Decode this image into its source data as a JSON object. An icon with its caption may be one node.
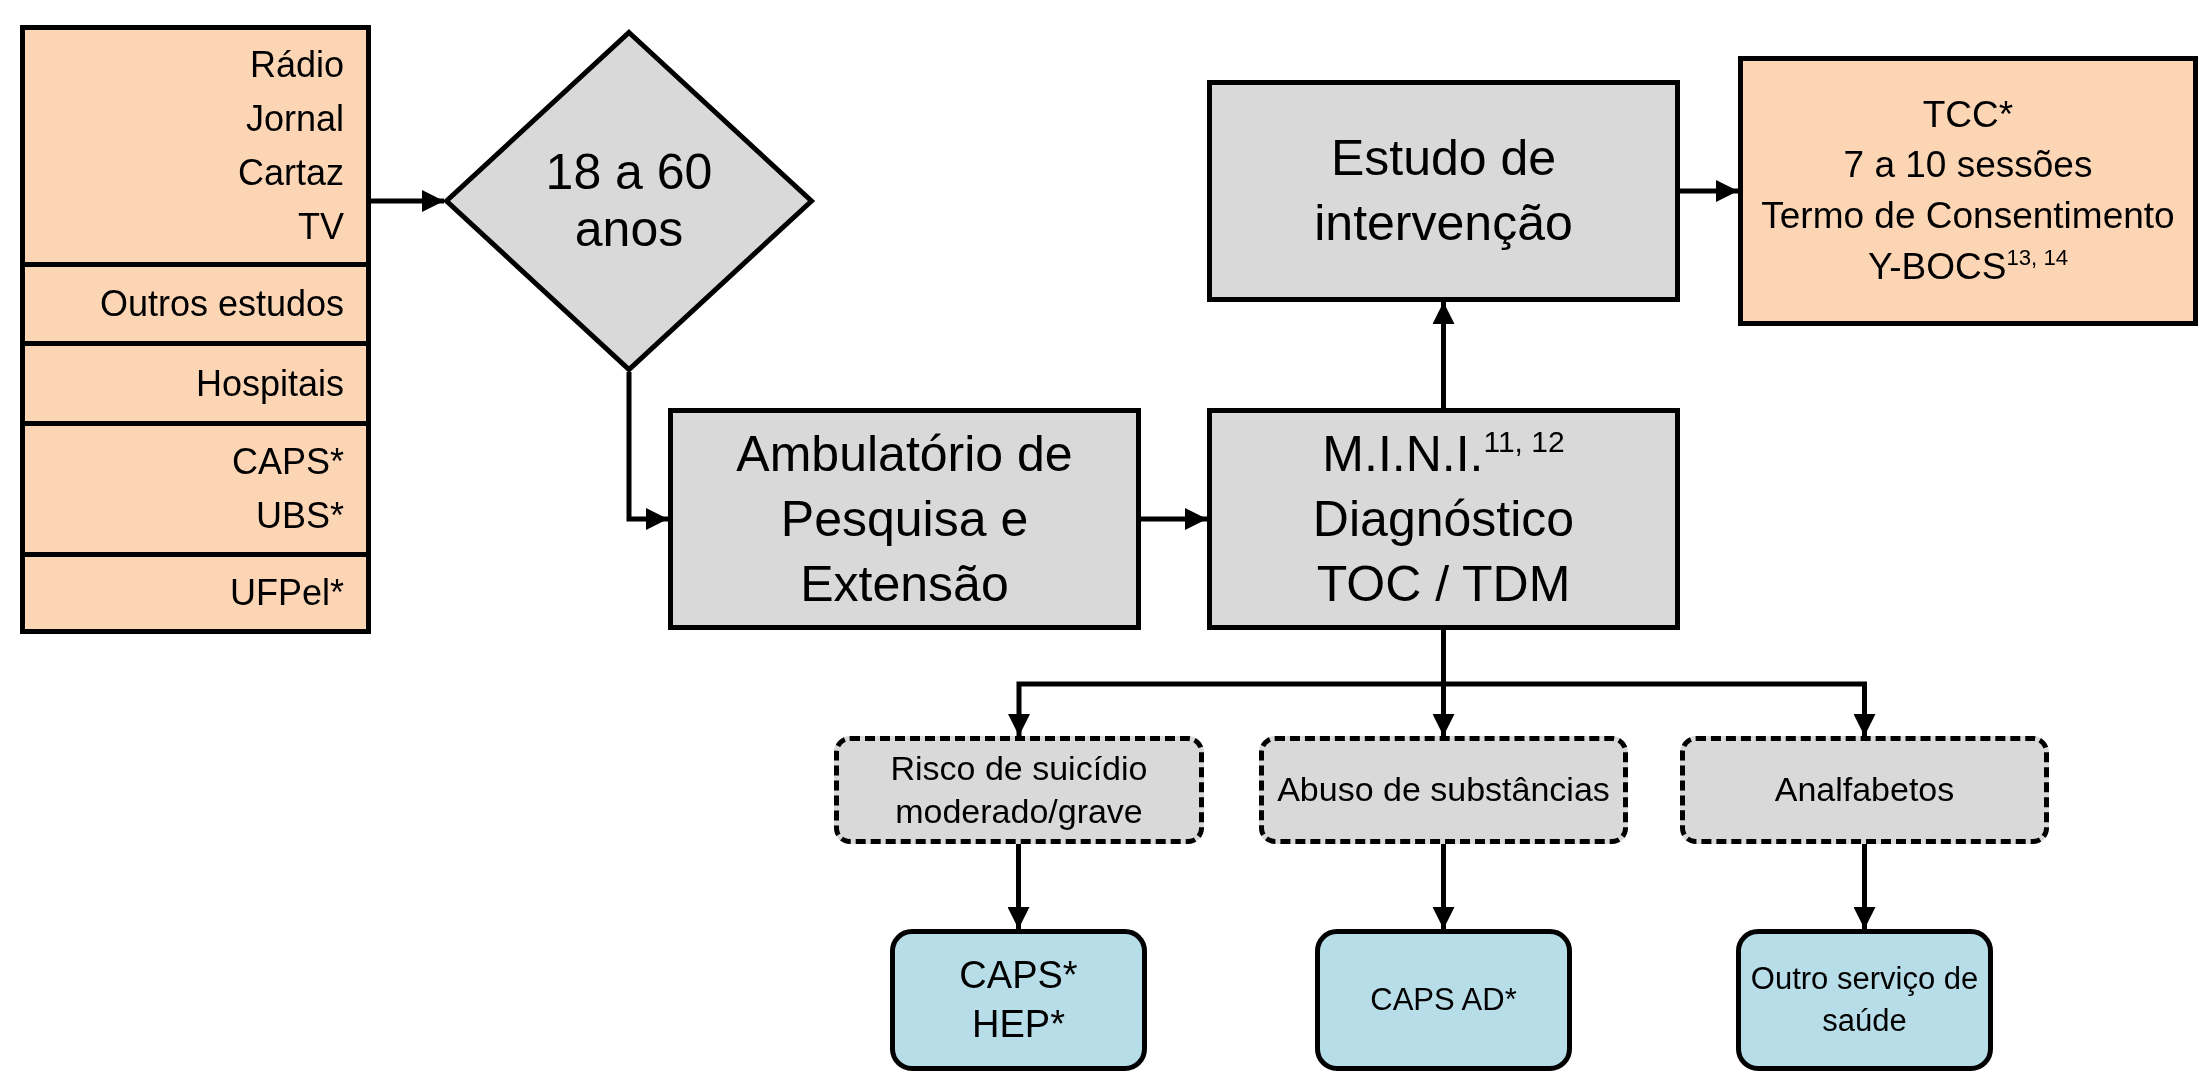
{
  "diagram": {
    "nodes": [
      {
        "text": [
          "Rádio",
          "Jornal",
          "Cartaz",
          "TV"
        ]
      },
      {
        "text": [
          "Outros estudos"
        ]
      },
      {
        "text": [
          "Hospitais"
        ]
      },
      {
        "text": [
          "CAPS*",
          "UBS*"
        ]
      },
      {
        "text": [
          "UFPel*"
        ]
      },
      {
        "text": [
          "18 a 60 anos"
        ]
      },
      {
        "text": [
          "Estudo de intervenção"
        ]
      },
      {
        "text": [
          "TCC*",
          "7 a 10 sessões",
          "Termo de Consentimento",
          "Y-BOCS$^{13, 14}$"
        ]
      },
      {
        "text": [
          "Ambulatório de Pesquisa e Extensão"
        ]
      },
      {
        "text": [
          "M.I.N.I.$^{11, 12}$",
          "Diagnóstico",
          "TOC / TDM"
        ]
      },
      {
        "text": [
          "Risco de suicídio moderado/grave"
        ]
      },
      {
        "text": [
          "Abuso de substâncias"
        ]
      },
      {
        "text": [
          "Analfabetos"
        ]
      },
      {
        "text": [
          "CAPS*",
          "HEP*"
        ]
      },
      {
        "text": [
          "CAPS AD*"
        ]
      },
      {
        "text": [
          "Outro serviço de saúde"
        ]
      }
    ],
    "edges": [
      {
        "from": 0,
        "to": 5,
        "arrow": "to"
      },
      {
        "from": 5,
        "to": 8,
        "arrow": "to"
      },
      {
        "from": 8,
        "to": 9,
        "arrow": "to"
      },
      {
        "from": 9,
        "to": 6,
        "arrow": "to"
      },
      {
        "from": 6,
        "to": 7,
        "arrow": "to"
      },
      {
        "from": 9,
        "to": 10,
        "arrow": "to"
      },
      {
        "from": 9,
        "to": 11,
        "arrow": "to"
      },
      {
        "from": 9,
        "to": 12,
        "arrow": "to"
      },
      {
        "from": 10,
        "to": 13,
        "arrow": "to"
      },
      {
        "from": 11,
        "to": 14,
        "arrow": "to"
      },
      {
        "from": 12,
        "to": 15,
        "arrow": "to"
      }
    ]
  }
}
